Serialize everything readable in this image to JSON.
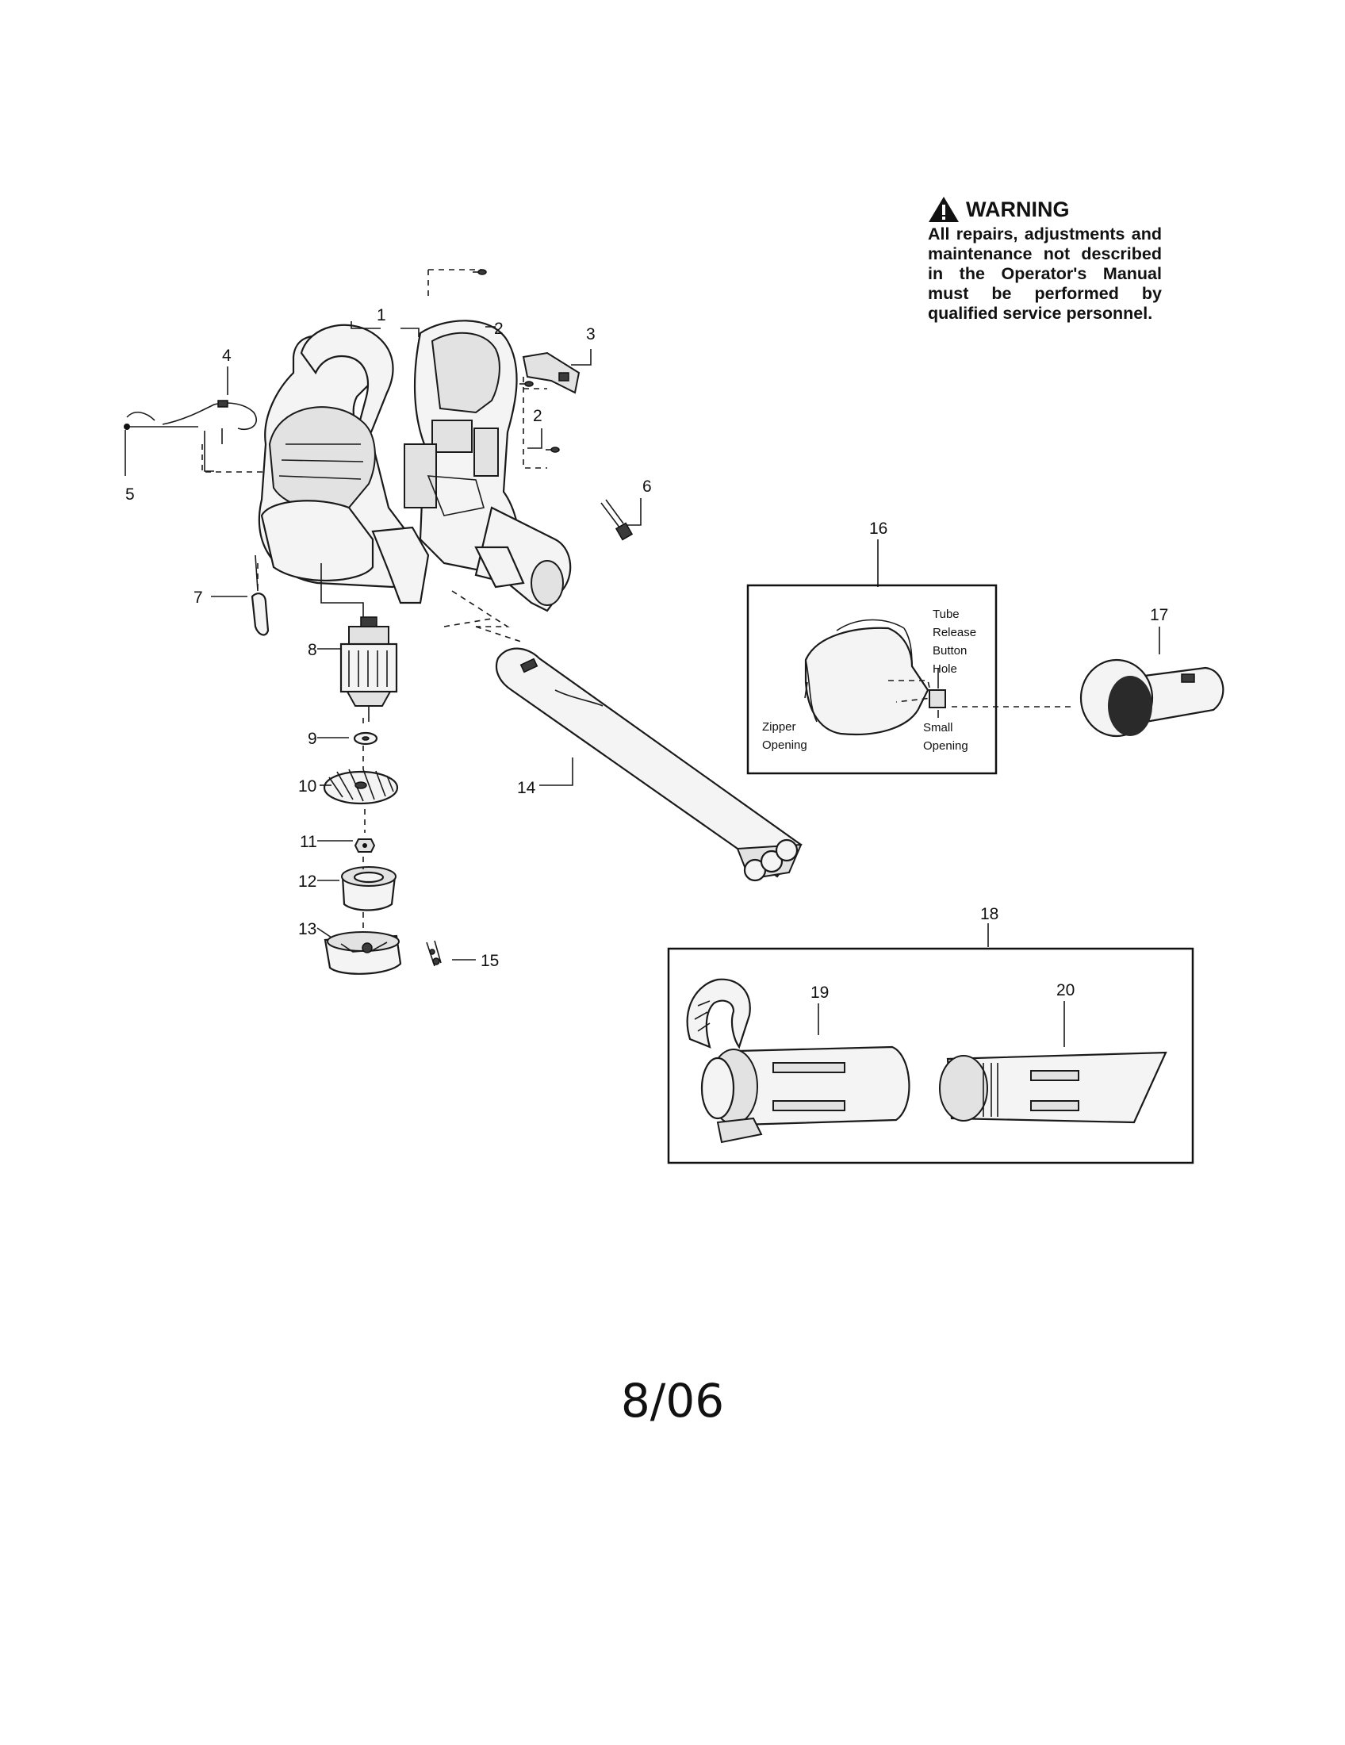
{
  "warning": {
    "title": "WARNING",
    "text": "All repairs, adjustments and maintenance not described in the Operator's Manual must be performed by qualified service personnel.",
    "icon": "warning-triangle-icon"
  },
  "callouts": [
    "1",
    "2",
    "2",
    "3",
    "4",
    "5",
    "6",
    "7",
    "8",
    "9",
    "10",
    "11",
    "12",
    "13",
    "14",
    "15",
    "16",
    "17",
    "18",
    "19",
    "20"
  ],
  "bag_inset": {
    "tube_release": [
      "Tube",
      "Release",
      "Button",
      "Hole"
    ],
    "zipper": [
      "Zipper",
      "Opening"
    ],
    "small_opening": [
      "Small",
      "Opening"
    ]
  },
  "footer": {
    "date_code": "8/06"
  }
}
